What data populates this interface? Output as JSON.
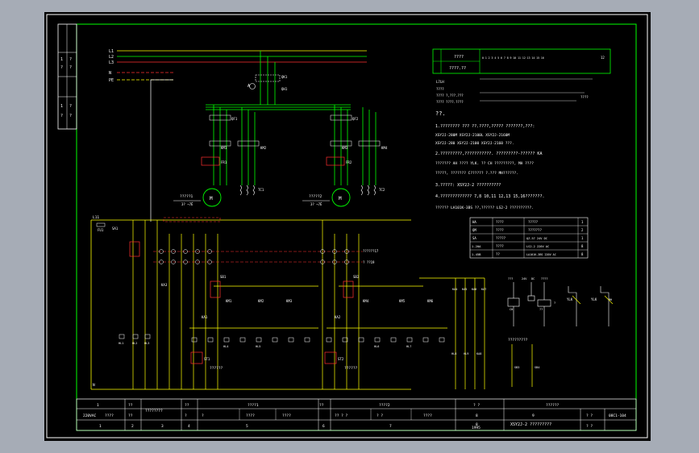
{
  "colors": {
    "background": "#000000",
    "outer_frame": "#ffffff",
    "border": "#00ff00",
    "bus": "#ffff00",
    "neutral": "#ff0000",
    "power": "#00ff00",
    "control": "#ffff00",
    "dashed_link": "#ff0000",
    "text": "#ffffff"
  },
  "bus_labels": [
    "L1",
    "L2",
    "L3",
    "N",
    "PE"
  ],
  "switch_labels": {
    "qs": "QK1",
    "qf": "QH1",
    "qa": "A"
  },
  "motor1": {
    "breaker": "QF1",
    "contactor1": "KM1",
    "contactor2": "KM2",
    "relay": "FR1",
    "label": "M",
    "caption": "?????1",
    "caption_sub": "3? ~7É",
    "ct": "TC1"
  },
  "motor2": {
    "breaker": "QF2",
    "contactor1": "KM3",
    "contactor2": "KM4",
    "relay": "FR2",
    "label": "M",
    "caption": "?????2",
    "caption_sub": "3? ~7É",
    "ct": "TC2"
  },
  "control_labels": {
    "supply": "L11",
    "fuse": "FU1",
    "n_label": "N",
    "sa": "SA1",
    "dashed_note1": "??????17",
    "dashed_note2": "? ??19",
    "sb1": "SB1",
    "sb2": "SB2",
    "km_labels": [
      "KM1",
      "KM2",
      "KM3",
      "KM4",
      "KM5",
      "KM6"
    ],
    "ka_labels": [
      "KA1",
      "KA2",
      "KA3"
    ],
    "hl_labels": [
      "HL1",
      "HL2",
      "HL3",
      "HL4",
      "HL5",
      "HL6",
      "HL7"
    ],
    "st_labels": [
      "ST1",
      "ST2"
    ],
    "note1": "??????",
    "note2": "??????",
    "right_note": "?????????",
    "right_labels": [
      "KA4",
      "KA5",
      "KA6",
      "KA7"
    ],
    "coil_labels": [
      "HL8",
      "HL9",
      "KA8"
    ],
    "bottom_right": [
      "SB3",
      "SB4"
    ]
  },
  "legend": {
    "header1": "????",
    "header2": "????.??",
    "terminals": "0  1 2 3 4 5 6 7 8 9 10 11 12 13 14 15 16",
    "end": "12",
    "rows": [
      "L7LH",
      "????",
      "???? ?,???.???",
      "???? ????.????",
      "????"
    ]
  },
  "notes": {
    "title": "??.",
    "items": [
      "1.????????  ??? ??.????,?????  ???????,???:",
      "  XSY2J-280M  XSY2J-2100L  XSY2J-2160M",
      "  XSY2J-280   XSY2J-2100   XSY2J-2160 ???.",
      "2.?????????,???????????.     ?????????-??????   KA",
      "  ???????    AH   ????  YLK.  ?? CH  ?????????,   MH ????",
      "  ?????,  ???????   C??????   ?.???  MH??????.",
      "3.?????:  XSY2J-2  ??????????",
      "4.?????????????      7,8  10,11  12,13   15,16???????.",
      "  ??????   LA101K-3BS ??,??????    LS2-2  ??????????."
    ]
  },
  "table": {
    "rows": [
      [
        "HA",
        "????",
        "?????",
        "1"
      ],
      [
        "QM",
        "????",
        "???????",
        "2"
      ],
      [
        "SA",
        "?????",
        "QZ-5?      24V   DC",
        "1"
      ],
      [
        "1-20A",
        "????",
        "LS2-2        220V   AC",
        "8"
      ],
      [
        "1-45B",
        "??",
        "LA101K-3BS  220V   AC",
        "8"
      ]
    ]
  },
  "right_diagram": {
    "labels": [
      "???",
      "24V",
      "DC",
      "????",
      "YLK",
      "YLK",
      "CH",
      "??",
      "?",
      "MH"
    ]
  },
  "title_block": {
    "left_col": [
      "1",
      "220VAC"
    ],
    "row1": [
      "??",
      "????????",
      "??",
      "????1",
      "??",
      "????2",
      "? ?",
      "??????"
    ],
    "row2": [
      "????",
      "??",
      "?",
      "?",
      "????",
      "????",
      "?? ? ?",
      "? ?",
      "????",
      "8",
      "9"
    ],
    "bottom_nums": [
      "1",
      "2",
      "3",
      "4",
      "5",
      "6",
      "7",
      "8"
    ],
    "year": "1995",
    "title": "XSY2J-2 ?????????",
    "page": "? ?",
    "page2": "? ?",
    "code": "08C1-104"
  },
  "left_side_table": [
    "1",
    "?",
    "?",
    "?",
    "1",
    "?",
    "?",
    "?"
  ]
}
